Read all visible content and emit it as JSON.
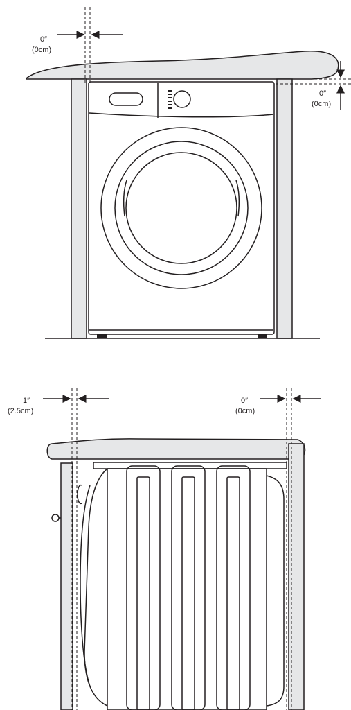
{
  "front_view": {
    "top_clearance": {
      "inch": "0″",
      "cm": "(0cm)"
    },
    "side_clearance": {
      "inch": "0″",
      "cm": "(0cm)"
    }
  },
  "side_view": {
    "front_clearance": {
      "inch": "1″",
      "cm": "(2.5cm)"
    },
    "rear_clearance": {
      "inch": "0″",
      "cm": "(0cm)"
    }
  },
  "colors": {
    "ink": "#231f20",
    "panel_fill": "#e6e7e8",
    "background": "#ffffff"
  }
}
